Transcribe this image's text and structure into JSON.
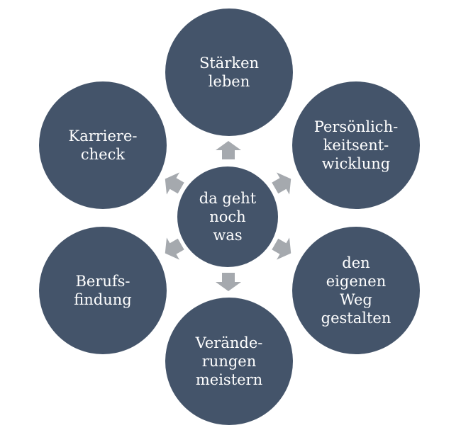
{
  "colors": {
    "node_fill": "#44546a",
    "node_text": "#ffffff",
    "arrow_fill": "#a5a9ae",
    "background": "#ffffff"
  },
  "center": {
    "label": "da geht\nnoch\nwas"
  },
  "nodes": [
    {
      "key": "staerken",
      "label": "Stärken\nleben"
    },
    {
      "key": "persoenlichkeit",
      "label": "Persönlich-\nkeitsent-\nwicklung"
    },
    {
      "key": "weg",
      "label": "den\neigenen\nWeg\ngestalten"
    },
    {
      "key": "veraenderungen",
      "label": "Verände-\nrungen\nmeistern"
    },
    {
      "key": "berufsfindung",
      "label": "Berufs-\nfindung"
    },
    {
      "key": "karrierecheck",
      "label": "Karriere-\ncheck"
    }
  ]
}
